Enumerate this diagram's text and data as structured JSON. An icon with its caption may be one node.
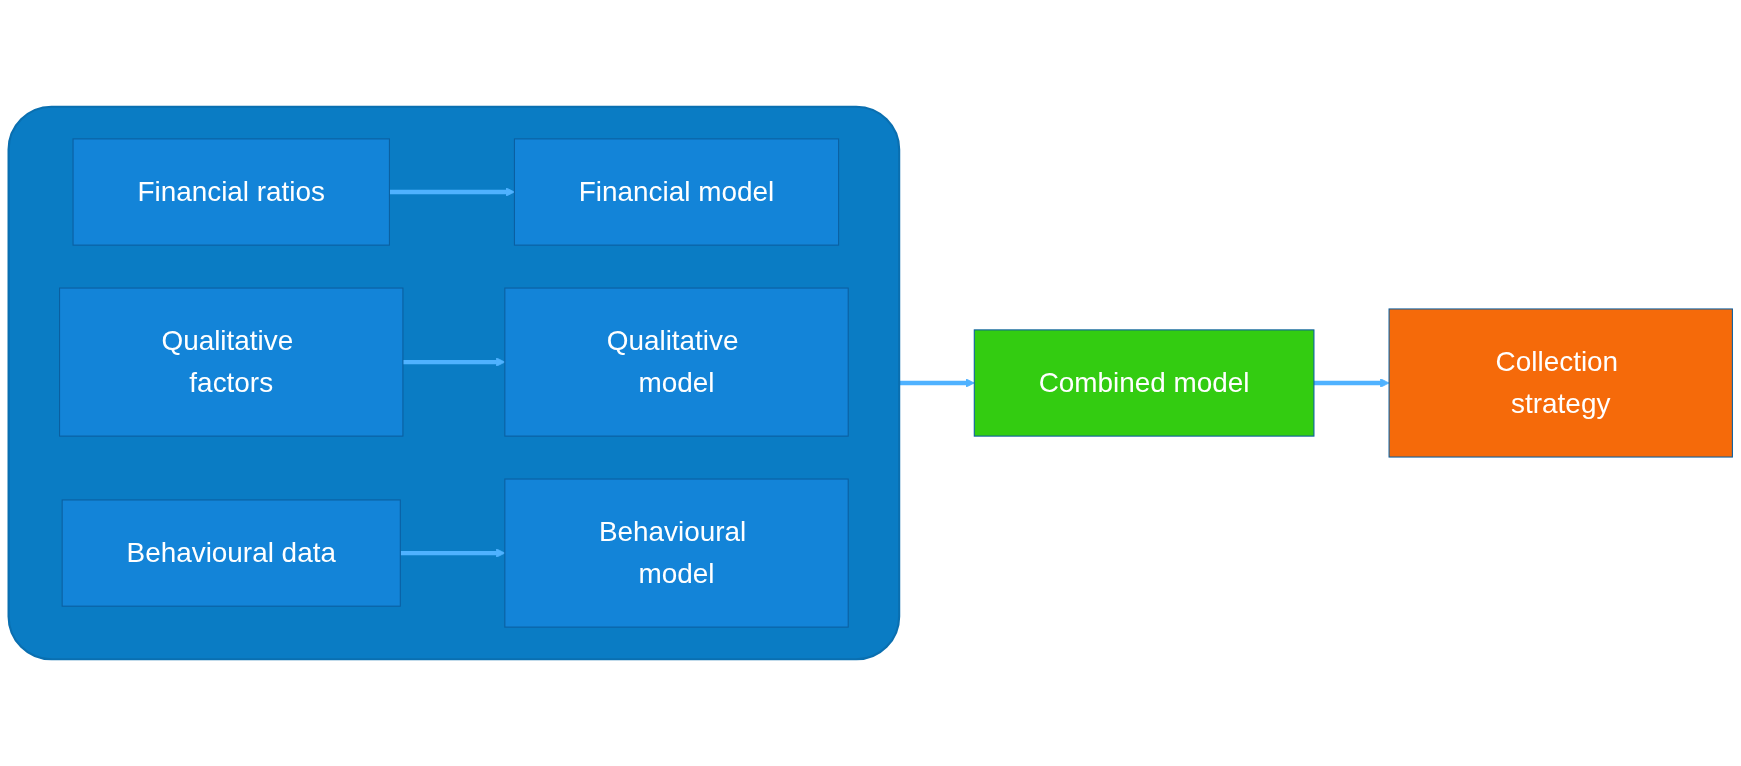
{
  "diagram": {
    "nodes": [
      {
        "text": [],
        "shape": "box"
      },
      {
        "text": [
          "Financial ratios"
        ],
        "in": 0
      },
      {
        "text": [
          "Financial model"
        ],
        "in": 0
      },
      {
        "text": [
          "Qualitative factors"
        ],
        "in": 0
      },
      {
        "text": [
          "Qualitative model"
        ],
        "in": 0
      },
      {
        "text": [
          "Behavioural data"
        ],
        "in": 0
      },
      {
        "text": [
          "Behavioural model"
        ],
        "in": 0
      },
      {
        "text": [
          "Combined model"
        ]
      },
      {
        "text": [
          "Collection strategy"
        ]
      }
    ],
    "edges": [
      {
        "from": 1,
        "to": 2,
        "arrow": "to"
      },
      {
        "from": 3,
        "to": 4,
        "arrow": "to"
      },
      {
        "from": 5,
        "to": 6,
        "arrow": "to"
      },
      {
        "from": 0,
        "to": 7,
        "arrow": "to"
      },
      {
        "from": 7,
        "to": 8,
        "arrow": "to"
      }
    ]
  }
}
